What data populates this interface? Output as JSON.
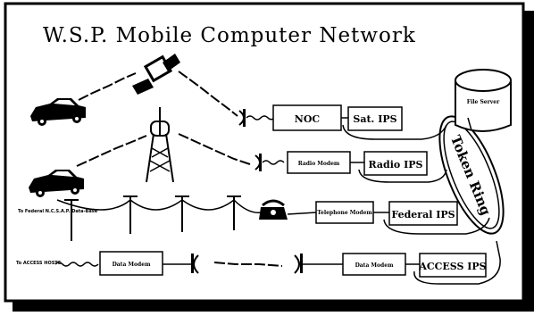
{
  "diagram": {
    "title": "W.S.P. Mobile Computer Network",
    "noc_label": "NOC",
    "sat_ips": "Sat. IPS",
    "radio_modem": "Radio Modem",
    "radio_ips": "Radio IPS",
    "telephone_modem": "Telephone Modem",
    "federal_ips": "Federal IPS",
    "data_modem_left": "Data Modem",
    "data_modem_right": "Data Modem",
    "access_ips": "ACCESS IPS",
    "file_server": "File Server",
    "token_ring": "Token Ring",
    "to_federal_label": "To Federal N.C.S.A.P. Data-Base",
    "to_access_label": "To ACCESS HOSTS"
  }
}
